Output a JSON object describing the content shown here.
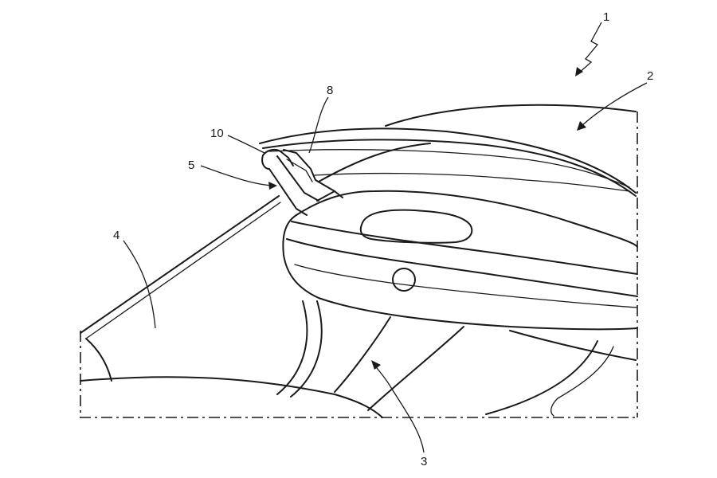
{
  "figure": {
    "labels": {
      "assembly": "1",
      "rear_spoiler": "2",
      "rear_body": "3",
      "rear_window": "4",
      "support_arm": "5",
      "actuator": "8",
      "pivot": "10"
    }
  }
}
